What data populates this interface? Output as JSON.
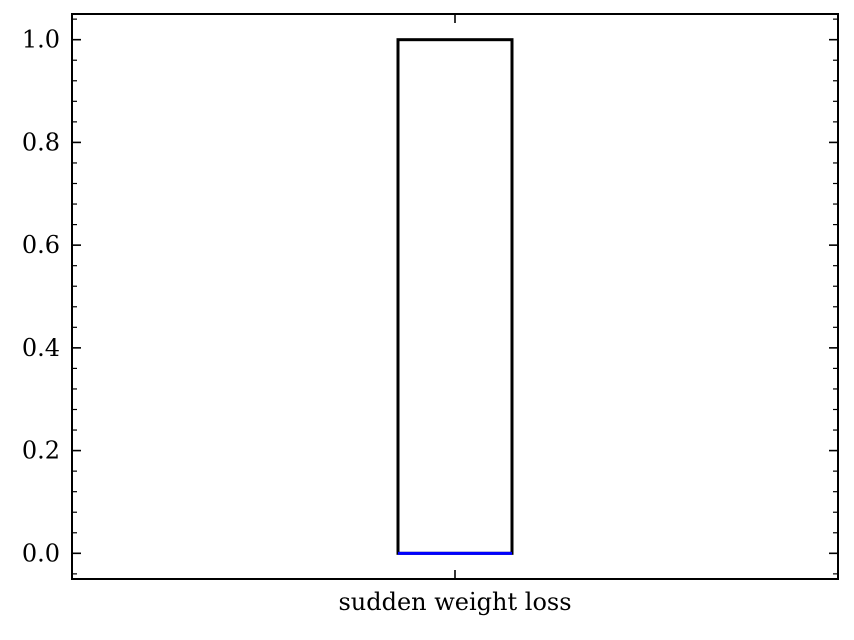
{
  "chart_data": {
    "type": "box",
    "title": "",
    "xlabel": "",
    "ylabel": "",
    "categories": [
      "sudden weight loss"
    ],
    "boxes": [
      {
        "category": "sudden weight loss",
        "q1": 0.0,
        "median": 0.0,
        "q3": 1.0,
        "whisker_low": 0.0,
        "whisker_high": 1.0
      }
    ],
    "ylim": [
      -0.05,
      1.05
    ],
    "yticks": [
      0.0,
      0.2,
      0.4,
      0.6,
      0.8,
      1.0
    ],
    "ytick_labels": [
      "0.0",
      "0.2",
      "0.4",
      "0.6",
      "0.8",
      "1.0"
    ],
    "grid": false,
    "legend": "none",
    "colors": {
      "box": "#000000",
      "median": "#0000ff",
      "axes": "#000000"
    }
  }
}
